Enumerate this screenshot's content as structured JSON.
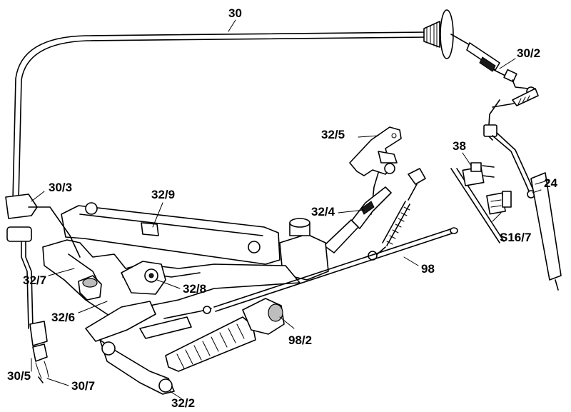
{
  "labels": {
    "l30": "30",
    "l30_2": "30/2",
    "l32_5": "32/5",
    "l38": "38",
    "l24": "24",
    "l30_3": "30/3",
    "l32_9": "32/9",
    "l32_4": "32/4",
    "l98": "98",
    "l32_7": "32/7",
    "l32_8": "32/8",
    "l32_6": "32/6",
    "l98_2": "98/2",
    "l30_5": "30/5",
    "l30_7": "30/7",
    "l32_2": "32/2",
    "ls16_7": "S16/7"
  }
}
